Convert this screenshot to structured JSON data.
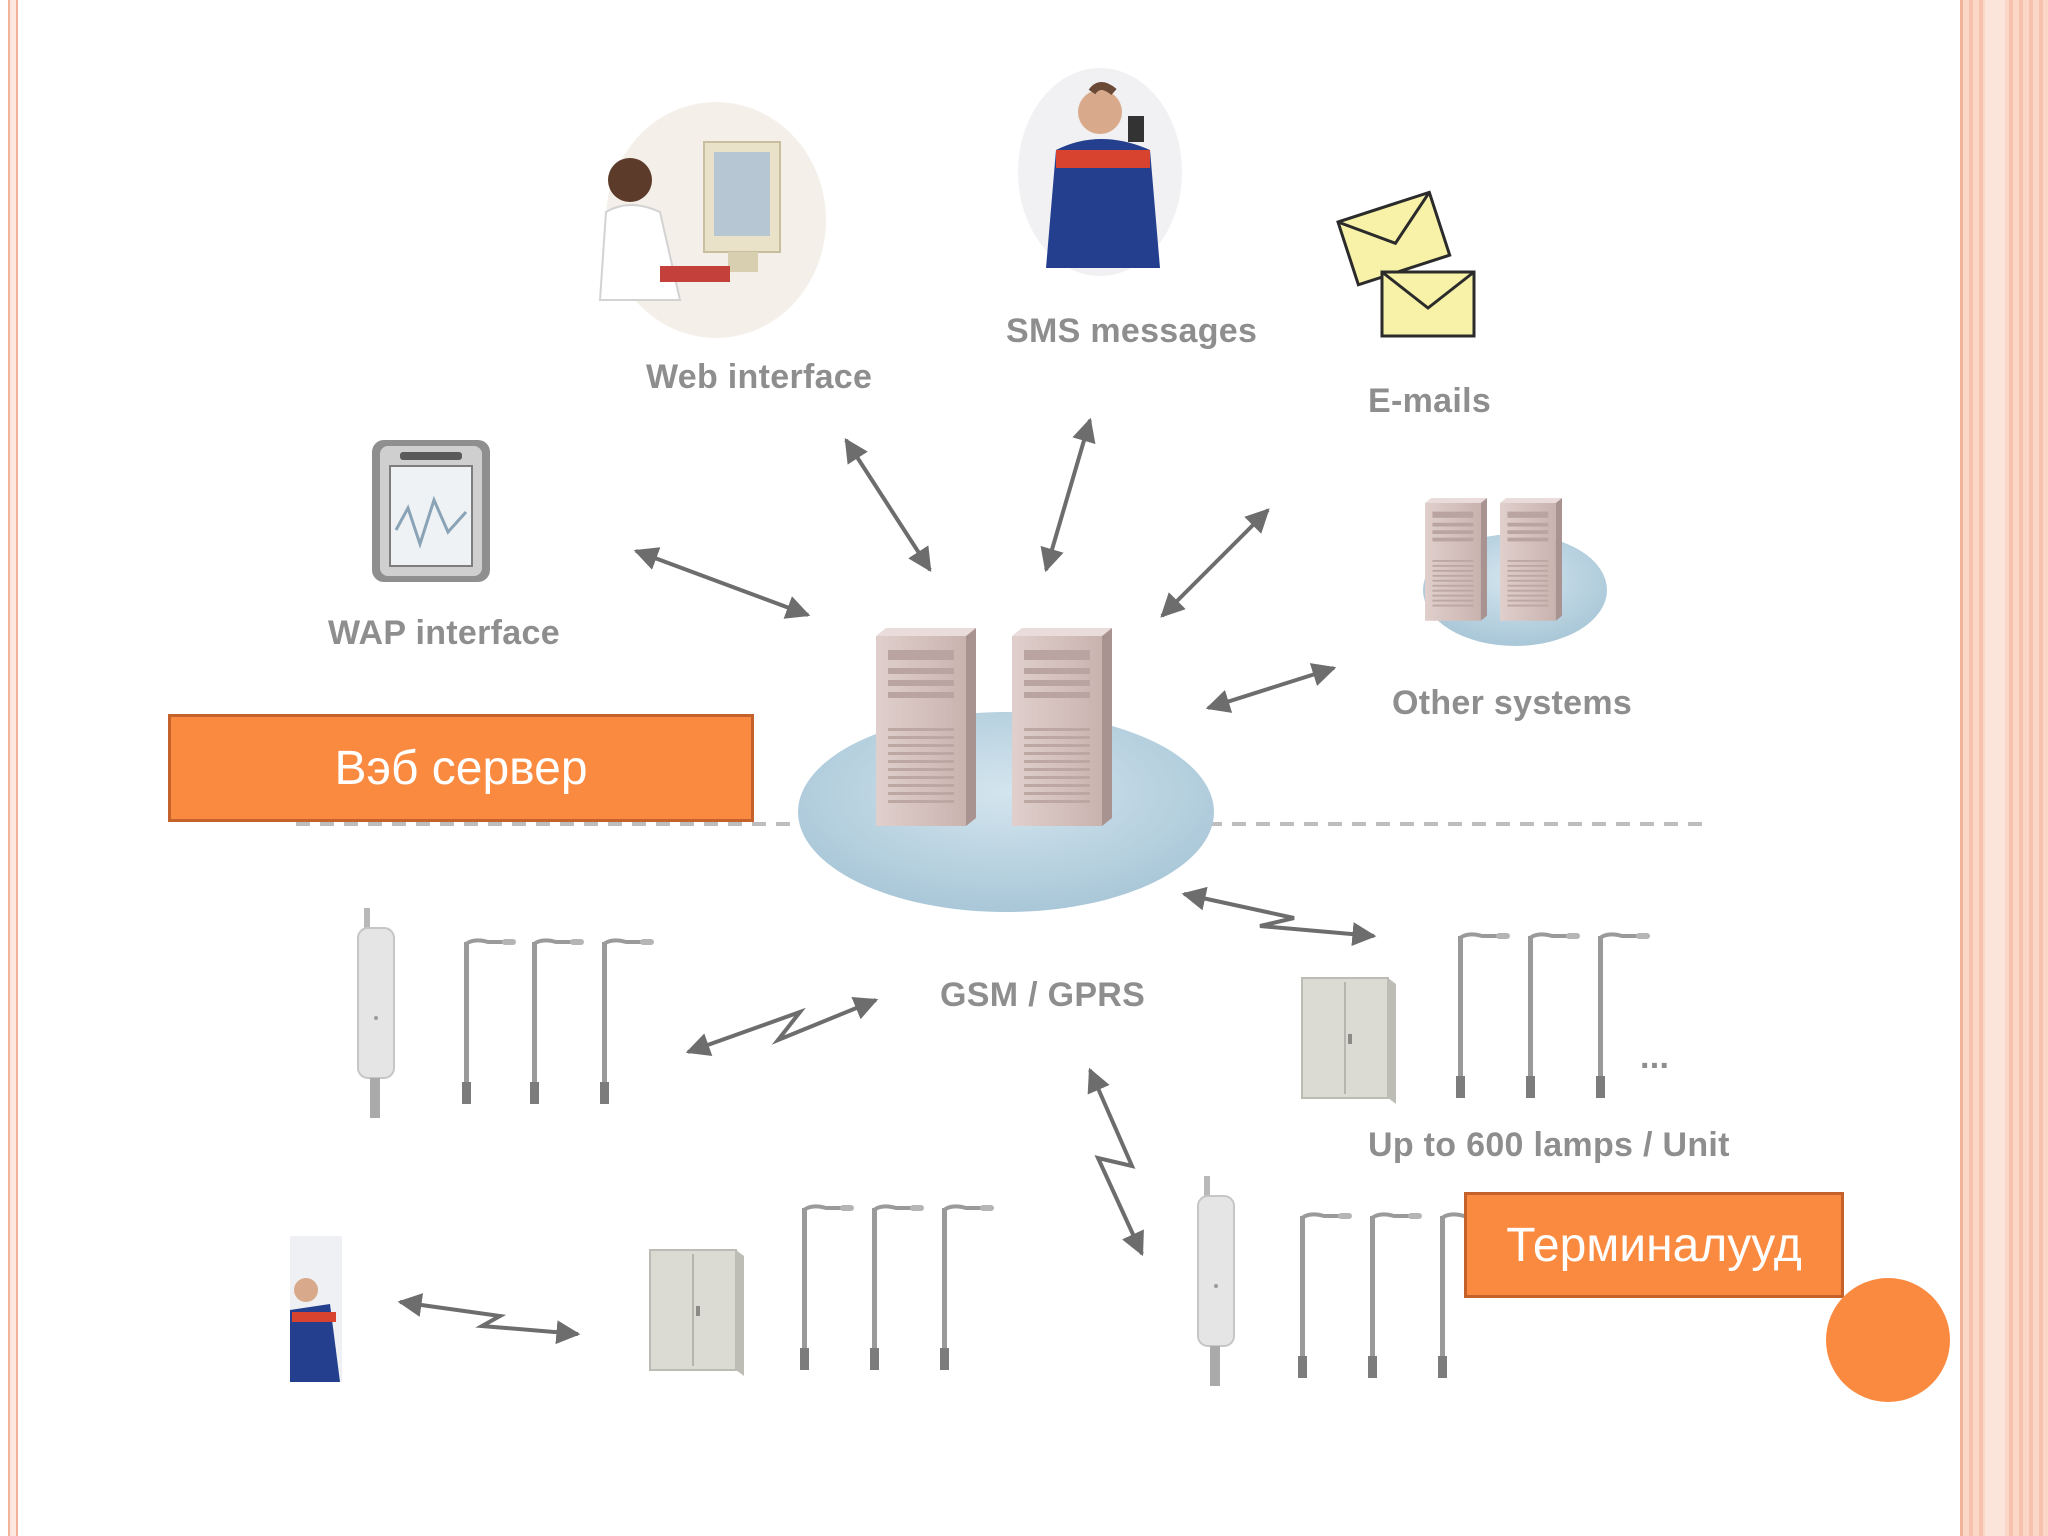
{
  "labels": {
    "web_interface": "Web interface",
    "sms_messages": "SMS messages",
    "emails": "E-mails",
    "wap_interface": "WAP interface",
    "other_systems": "Other systems",
    "gsm_gprs": "GSM / GPRS",
    "lamps_per_unit": "Up to 600 lamps / Unit",
    "ellipsis": "..."
  },
  "callouts": {
    "web_server": "Вэб сервер",
    "terminals": "Терминалууд"
  },
  "icons": {
    "operator": "person-at-computer-icon",
    "field_worker": "person-with-phone-icon",
    "envelopes": "envelope-icon",
    "pda": "pda-icon",
    "server": "server-tower-icon",
    "lamp_post": "street-lamp-icon",
    "cabinet": "control-cabinet-icon",
    "gsm_modem": "gsm-modem-icon"
  },
  "colors": {
    "accent_orange": "#fb8a41",
    "platform_blue": "#b9d4e2",
    "server_pink": "#d8c4c1",
    "label_gray": "#8e8e8e",
    "arrow_gray": "#6d6d6d",
    "frame_peach": "#f3b39b"
  }
}
